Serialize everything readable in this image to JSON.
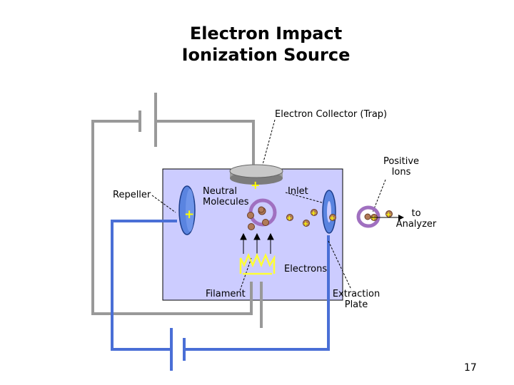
{
  "title_line1": "Electron Impact",
  "title_line2": "Ionization Source",
  "labels": {
    "electron_collector": "Electron Collector (Trap)",
    "positive_ions_line1": "Positive",
    "positive_ions_line2": "Ions",
    "repeller": "Repeller",
    "neutral_line1": "Neutral",
    "neutral_line2": "Molecules",
    "inlet": "Inlet",
    "to_line1": "to",
    "to_line2": "Analyzer",
    "electrons": "Electrons",
    "filament": "Filament",
    "extraction_line1": "Extraction",
    "extraction_line2": "Plate"
  },
  "page_number": "17",
  "colors": {
    "chamber": "#ccccff",
    "gray_wire": "#999999",
    "blue_wire": "#4a6fd6",
    "repeller": "#5a84e0",
    "collector": "#a8a8a8",
    "molecule": "#b07a58",
    "ion_ring": "#a070c0",
    "filament": "#ffff33",
    "plus_sign": "#ffff00"
  }
}
